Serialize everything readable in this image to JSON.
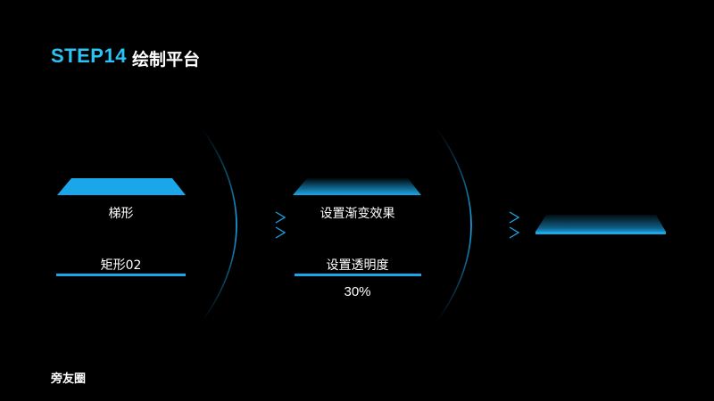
{
  "header": {
    "step": "STEP14",
    "title": "绘制平台"
  },
  "col1": {
    "top_label": "梯形",
    "bottom_label": "矩形02"
  },
  "col2": {
    "top_label": "设置渐变效果",
    "bottom_label": "设置透明度",
    "opacity_value": "30%"
  },
  "colors": {
    "accent": "#1aa6e8",
    "background": "#000000"
  },
  "logo": {
    "text": "旁友圈"
  }
}
